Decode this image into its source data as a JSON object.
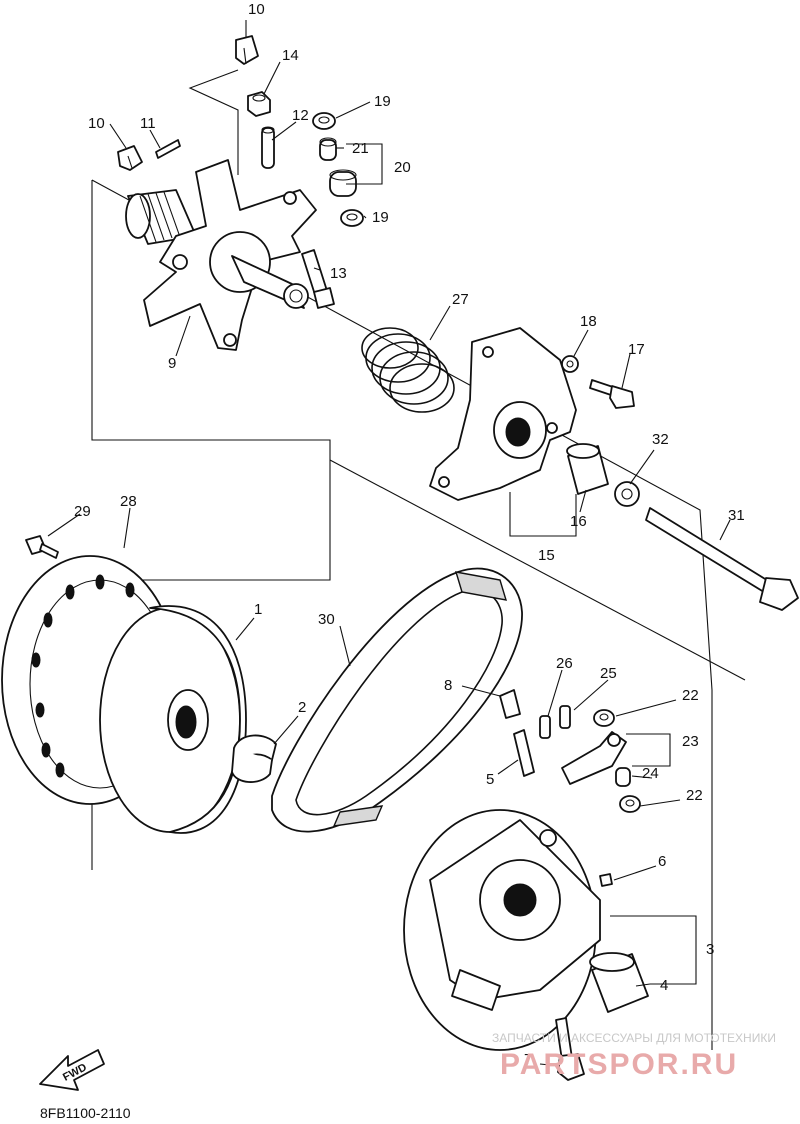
{
  "diagram": {
    "code": "8FB1100-2110",
    "direction_label": "FWD",
    "watermark": {
      "caption": "ЗАПЧАСТИ И АКСЕССУАРЫ ДЛЯ МОТОТЕХНИКИ",
      "brand": "PARTSPOR.RU"
    },
    "callouts": {
      "c1": "1",
      "c2": "2",
      "c3": "3",
      "c4": "4",
      "c5": "5",
      "c6": "6",
      "c7": "7",
      "c8": "8",
      "c9": "9",
      "c10a": "10",
      "c10b": "10",
      "c11": "11",
      "c12": "12",
      "c13": "13",
      "c14": "14",
      "c15": "15",
      "c16": "16",
      "c17": "17",
      "c18": "18",
      "c19a": "19",
      "c19b": "19",
      "c20": "20",
      "c21": "21",
      "c22a": "22",
      "c22b": "22",
      "c23": "23",
      "c24": "24",
      "c25": "25",
      "c26": "26",
      "c27": "27",
      "c28": "28",
      "c29": "29",
      "c30": "30",
      "c31": "31",
      "c32": "32"
    }
  }
}
